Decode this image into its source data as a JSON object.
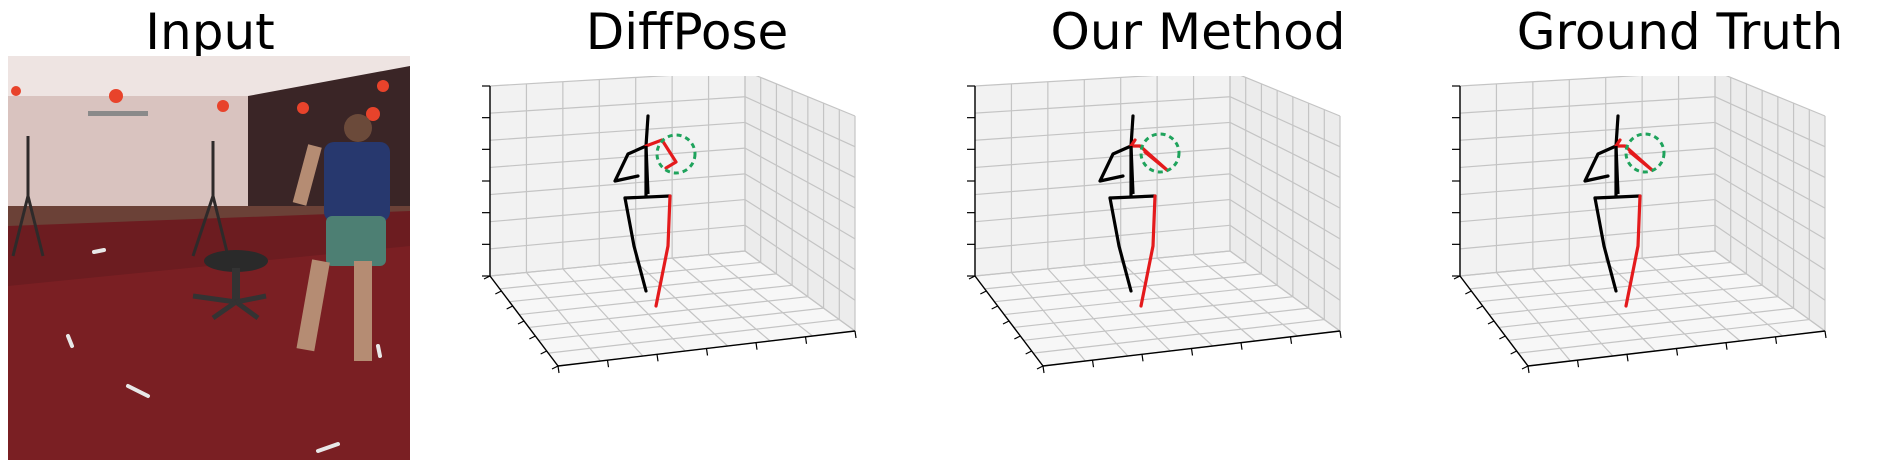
{
  "titles": {
    "input": "Input",
    "diffpose": "DiffPose",
    "ours": "Our Method",
    "gt": "Ground Truth"
  },
  "colors": {
    "left_limbs": "#000000",
    "right_limbs": "#e41a1c",
    "highlight_circle": "#1fa35c",
    "pane_left": "#ececec",
    "pane_back": "#f2f2f2",
    "pane_floor": "#f7f7f7",
    "grid": "#c4c4c4"
  },
  "panels": [
    {
      "key": "diffpose",
      "right_arm": "folded"
    },
    {
      "key": "ours",
      "right_arm": "raised"
    },
    {
      "key": "gt",
      "right_arm": "raised"
    }
  ]
}
